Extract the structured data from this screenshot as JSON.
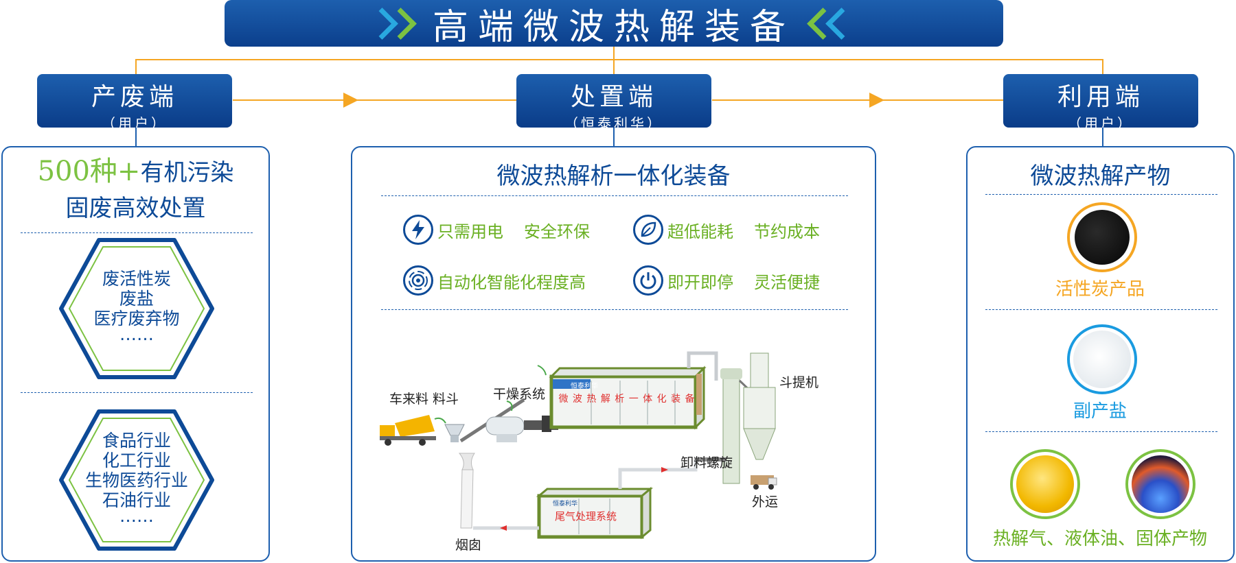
{
  "banner": {
    "title": "高端微波热解装备"
  },
  "stages": [
    {
      "title": "产废端",
      "sub": "（用户）"
    },
    {
      "title": "处置端",
      "sub": "（恒泰利华）"
    },
    {
      "title": "利用端",
      "sub": "（用户）"
    }
  ],
  "left_panel": {
    "highlight": "500种+",
    "title_line1": "有机污染",
    "title_line2": "固废高效处置",
    "hex1": [
      "废活性炭",
      "废盐",
      "医疗废弃物",
      "……"
    ],
    "hex2": [
      "食品行业",
      "化工行业",
      "生物医药行业",
      "石油行业",
      "……"
    ]
  },
  "center_panel": {
    "title": "微波热解析一体化装备",
    "features": [
      {
        "icon": "lightning-icon",
        "a": "只需用电",
        "b": "安全环保"
      },
      {
        "icon": "leaf-icon",
        "a": "超低能耗",
        "b": "节约成本"
      },
      {
        "icon": "signal-icon",
        "a": "自动化智能化程度高",
        "b": ""
      },
      {
        "icon": "power-icon",
        "a": "即开即停",
        "b": "灵活便捷"
      }
    ],
    "process": {
      "feed": "车来料 料斗",
      "dry": "干燥系统",
      "main": "微 波 热 解 析 一 体 化 装 备",
      "elevator": "斗提机",
      "screw": "卸料螺旋",
      "out": "外运",
      "gas": "尾气处理系统",
      "chimney": "烟囱",
      "logo": "恒泰利华"
    }
  },
  "right_panel": {
    "title": "微波热解产物",
    "products": [
      "活性炭产品",
      "副产盐",
      "热解气、液体油、固体产物"
    ]
  },
  "colors": {
    "navy": "#0d4a97",
    "orange": "#f5a623",
    "green": "#6ab023",
    "cyan": "#1a9be0"
  }
}
